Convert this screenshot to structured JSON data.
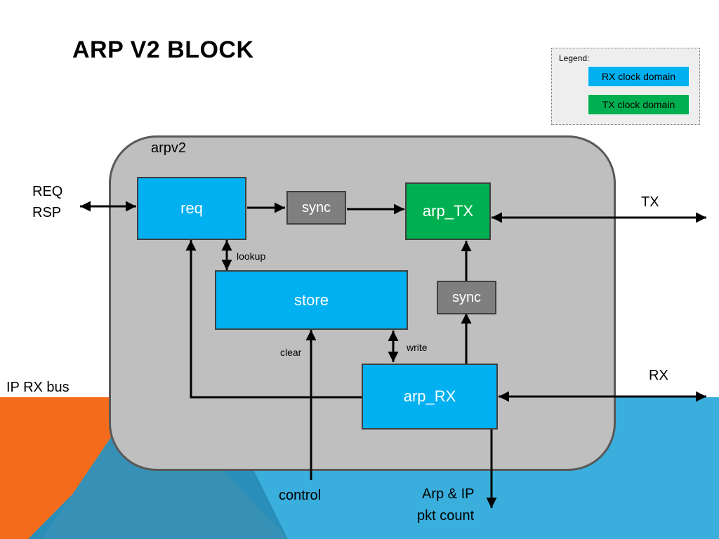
{
  "slide": {
    "title": "ARP V2 BLOCK"
  },
  "legend": {
    "title": "Legend:",
    "items": [
      {
        "label": "RX clock domain",
        "color": "#00b0f0"
      },
      {
        "label": "TX clock domain",
        "color": "#00b050"
      }
    ]
  },
  "container": {
    "label": "arpv2"
  },
  "blocks": {
    "req": "req",
    "sync_top": "sync",
    "arp_tx": "arp_TX",
    "store": "store",
    "sync_right": "sync",
    "arp_rx": "arp_RX"
  },
  "signals": {
    "req_rsp_line1": "REQ",
    "req_rsp_line2": "RSP",
    "tx": "TX",
    "rx": "RX",
    "ip_rx_bus": "IP RX bus",
    "lookup": "lookup",
    "write": "write",
    "clear": "clear",
    "control": "control",
    "pkt_count_line1": "Arp & IP",
    "pkt_count_line2": "pkt count"
  },
  "colors": {
    "rx_domain": "#00b0f0",
    "tx_domain": "#00b050",
    "sync": "#7f7f7f",
    "container": "#bfbfbf",
    "accent_orange": "#f46c1b",
    "accent_blue": "#3aaedc"
  }
}
